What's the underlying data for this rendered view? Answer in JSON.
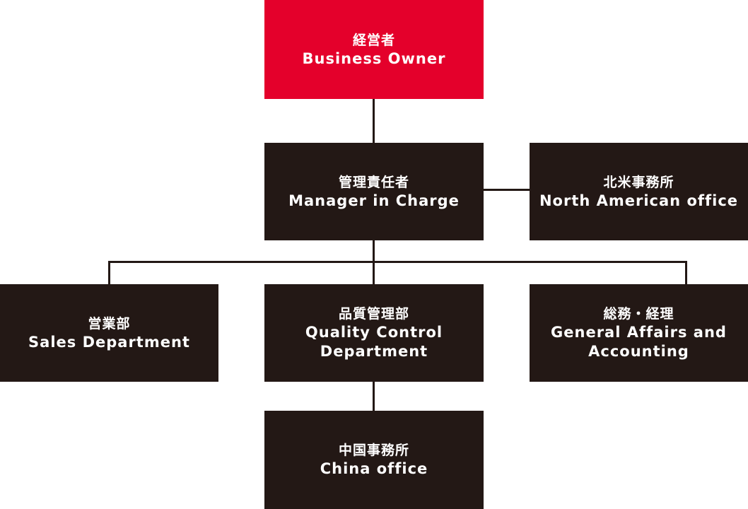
{
  "colors": {
    "owner_box": "#e4002b",
    "department_box": "#231815",
    "connector": "#231815",
    "text": "#ffffff"
  },
  "nodes": {
    "owner": {
      "ja": "経営者",
      "en": "Business Owner"
    },
    "manager": {
      "ja": "管理責任者",
      "en": "Manager in Charge"
    },
    "north_america": {
      "ja": "北米事務所",
      "en": "North American office"
    },
    "sales": {
      "ja": "営業部",
      "en": "Sales Department"
    },
    "quality": {
      "ja": "品質管理部",
      "en": "Quality Control Department"
    },
    "general": {
      "ja": "総務・経理",
      "en": "General Affairs and Accounting"
    },
    "china": {
      "ja": "中国事務所",
      "en": "China office"
    }
  }
}
